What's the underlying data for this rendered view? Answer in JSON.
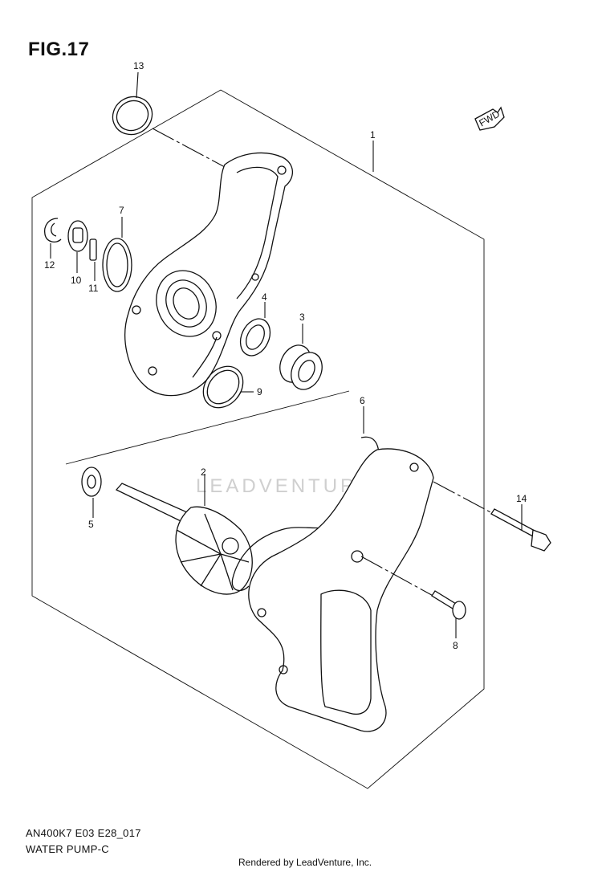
{
  "figure": {
    "title": "FIG.17",
    "code": "AN400K7 E03 E28_017",
    "name": "WATER PUMP-C"
  },
  "callouts": [
    {
      "id": "1",
      "label": "1"
    },
    {
      "id": "2",
      "label": "2"
    },
    {
      "id": "3",
      "label": "3"
    },
    {
      "id": "4",
      "label": "4"
    },
    {
      "id": "5",
      "label": "5"
    },
    {
      "id": "6",
      "label": "6"
    },
    {
      "id": "7",
      "label": "7"
    },
    {
      "id": "8",
      "label": "8"
    },
    {
      "id": "9",
      "label": "9"
    },
    {
      "id": "10",
      "label": "10"
    },
    {
      "id": "11",
      "label": "11"
    },
    {
      "id": "12",
      "label": "12"
    },
    {
      "id": "13",
      "label": "13"
    },
    {
      "id": "14",
      "label": "14"
    }
  ],
  "fwd_marker": "FWD",
  "watermark": "LEADVENTURE",
  "credit": "Rendered by LeadVenture, Inc.",
  "colors": {
    "line": "#111111",
    "background": "#ffffff",
    "watermark": "#cfcfcf"
  }
}
